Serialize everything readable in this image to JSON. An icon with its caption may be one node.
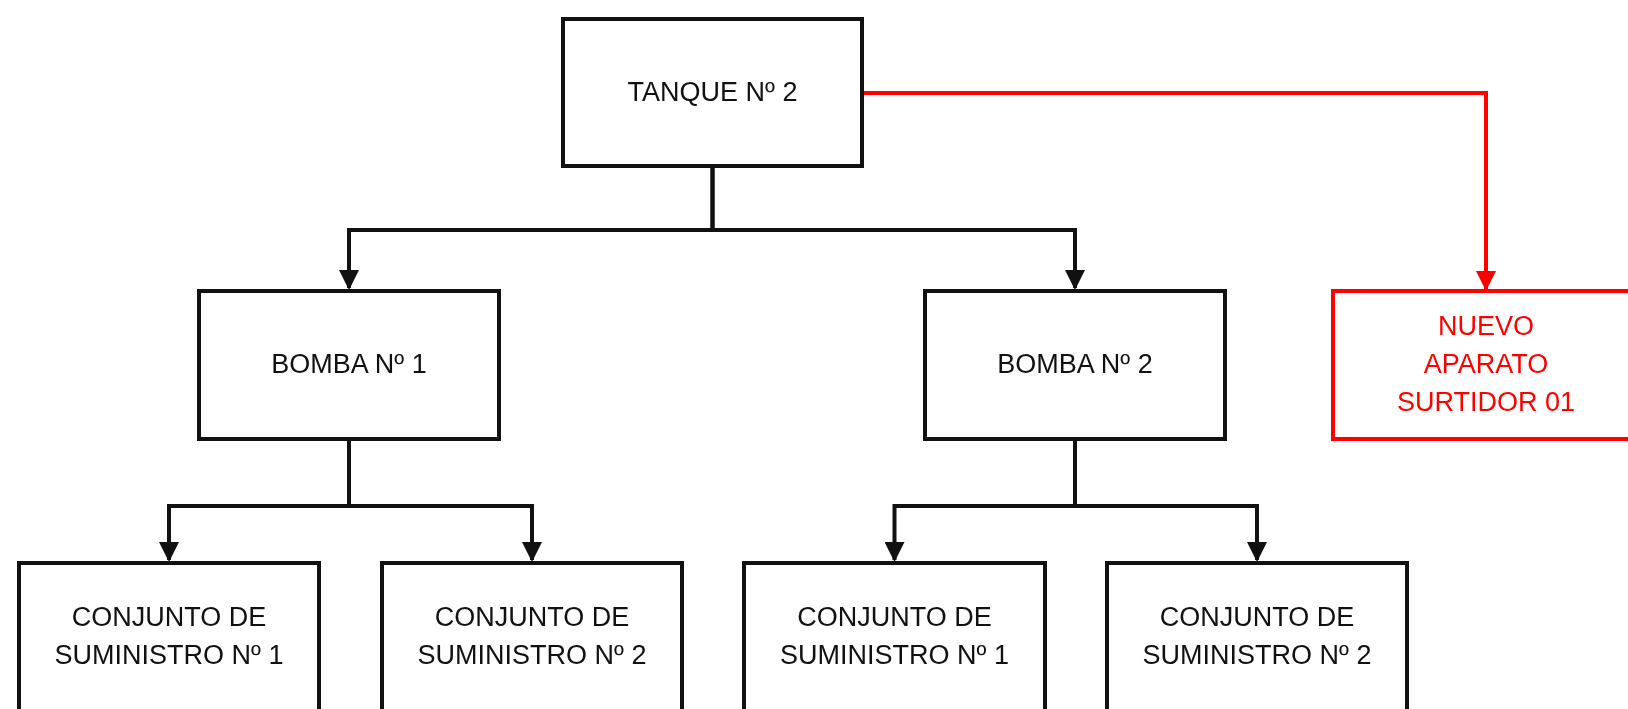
{
  "diagram": {
    "nodes": [
      {
        "text": [
          "TANQUE Nº 2"
        ]
      },
      {
        "text": [
          "BOMBA Nº 1"
        ]
      },
      {
        "text": [
          "BOMBA Nº 2"
        ]
      },
      {
        "text": [
          "NUEVO APARATO SURTIDOR 01"
        ]
      },
      {
        "text": [
          "CONJUNTO DE SUMINISTRO Nº 1"
        ]
      },
      {
        "text": [
          "CONJUNTO DE SUMINISTRO Nº 2"
        ]
      },
      {
        "text": [
          "CONJUNTO DE SUMINISTRO Nº 1"
        ]
      },
      {
        "text": [
          "CONJUNTO DE SUMINISTRO Nº 2"
        ]
      }
    ],
    "edges": [
      {
        "from": 0,
        "to": 1,
        "arrow": "to"
      },
      {
        "from": 0,
        "to": 2,
        "arrow": "to"
      },
      {
        "from": 0,
        "to": 3,
        "arrow": "to",
        "color": "#ff0000"
      },
      {
        "from": 1,
        "to": 4,
        "arrow": "to"
      },
      {
        "from": 1,
        "to": 5,
        "arrow": "to"
      },
      {
        "from": 2,
        "to": 6,
        "arrow": "to"
      },
      {
        "from": 2,
        "to": 7,
        "arrow": "to"
      }
    ]
  }
}
